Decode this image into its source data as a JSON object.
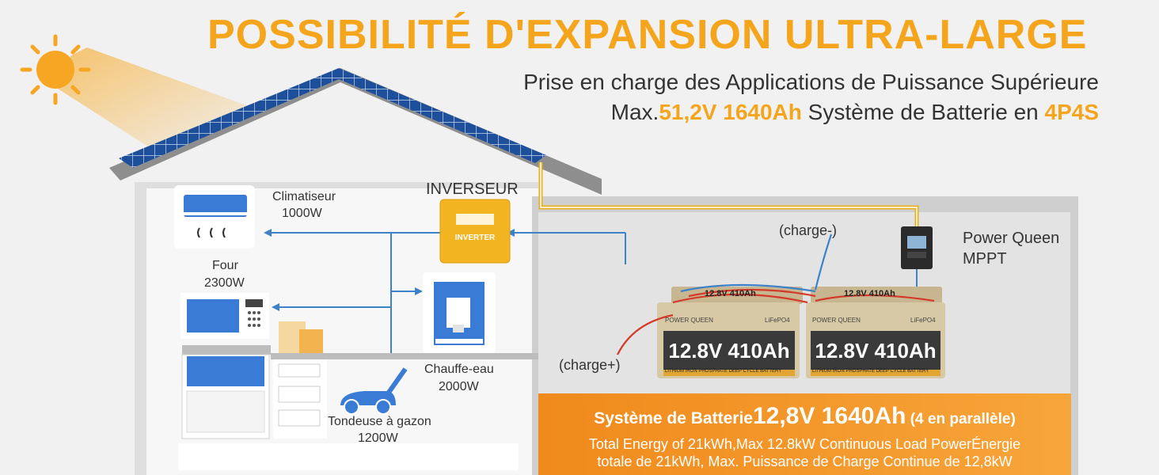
{
  "header": {
    "title": "POSSIBILITÉ D'EXPANSION ULTRA-LARGE",
    "subtitle_line1": "Prise en charge des Applications de Puissance Supérieure",
    "subtitle_line2_a": "Max.",
    "subtitle_line2_b": "51,2V 1640Ah",
    "subtitle_line2_c": " Système de Batterie en ",
    "subtitle_line2_d": "4P4S"
  },
  "labels": {
    "inverter": "INVERSEUR",
    "inverter_device_text": "INVERTER",
    "air_conditioner_name": "Climatiseur",
    "air_conditioner_power": "1000W",
    "oven_name": "Four",
    "oven_power": "2300W",
    "water_heater_name": "Chauffe-eau",
    "water_heater_power": "2000W",
    "mower_name": "Tondeuse à gazon",
    "mower_power": "1200W",
    "mppt_line1": "Power Queen",
    "mppt_line2": "MPPT",
    "charge_minus": "(charge-)",
    "charge_plus": "(charge+)"
  },
  "battery": {
    "brand": "POWER QUEEN",
    "rating": "12.8V 410Ah",
    "chem": "LiFePO4",
    "desc": "LITHIUM IRON PHOSPHATE DEEP CYCLE BATTERY"
  },
  "panel": {
    "line1_a": "Système de Batterie",
    "line1_b": "12,8V 1640Ah",
    "line1_c": " (4 en parallèle)",
    "line2": "Total Energy of 21kWh,Max 12.8kW Continuous Load PowerÉnergie",
    "line3": "totale de 21kWh, Max. Puissance de Charge Continue  de 12,8kW"
  },
  "colors": {
    "accent": "#f4a51c",
    "panel_orange": "#f08a1c",
    "wire_blue": "#3d82c9",
    "wire_red": "#d43a2a"
  }
}
